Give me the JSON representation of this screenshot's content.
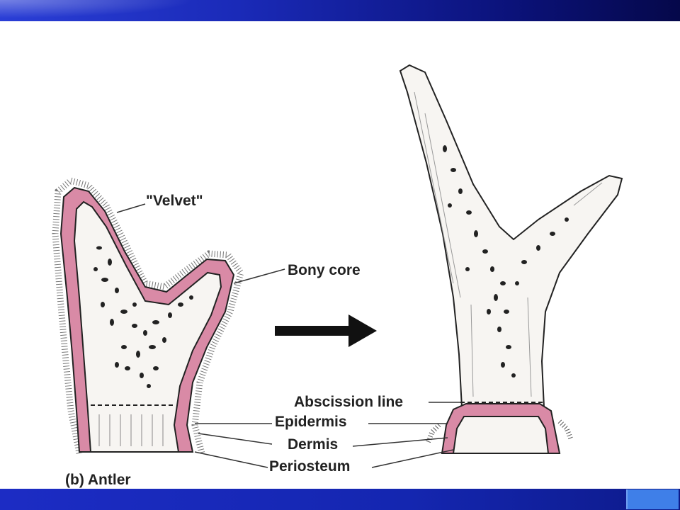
{
  "diagram": {
    "labels": {
      "velvet": "\"Velvet\"",
      "bony_core": "Bony core",
      "abscission_line": "Abscission line",
      "epidermis": "Epidermis",
      "dermis": "Dermis",
      "periosteum": "Periosteum",
      "caption": "(b) Antler"
    }
  },
  "colors": {
    "velvet_pink": "#d98aa6",
    "slide_blue": "#1a2ab8"
  }
}
